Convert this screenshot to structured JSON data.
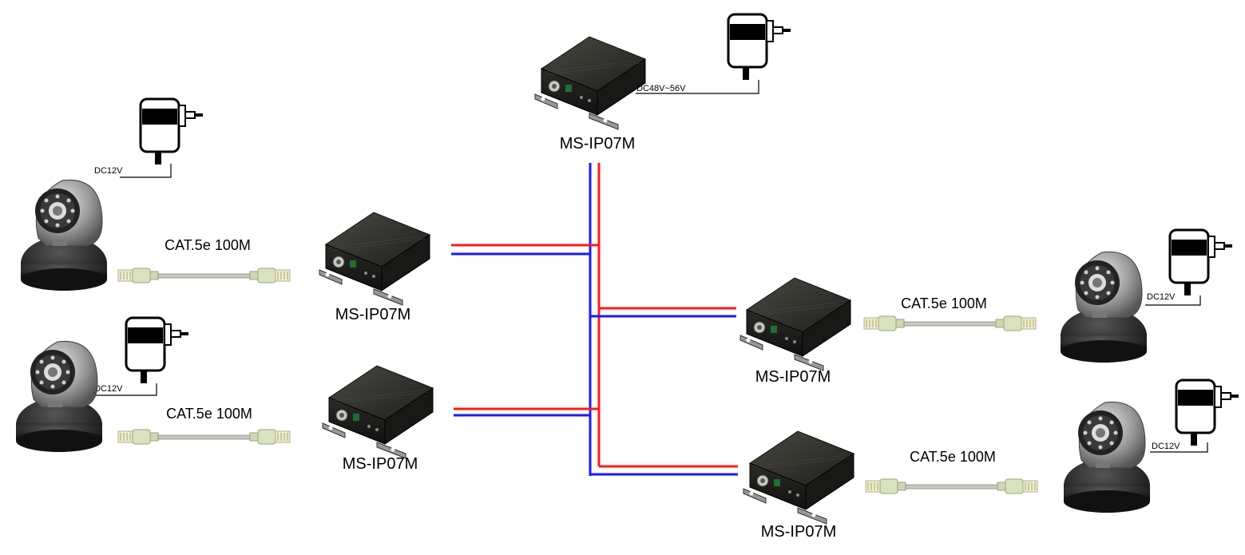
{
  "units": [
    {
      "id": "unit-top",
      "label": "MS-IP07M"
    },
    {
      "id": "unit-left-upper",
      "label": "MS-IP07M"
    },
    {
      "id": "unit-left-lower",
      "label": "MS-IP07M"
    },
    {
      "id": "unit-right-upper",
      "label": "MS-IP07M"
    },
    {
      "id": "unit-right-lower",
      "label": "MS-IP07M"
    }
  ],
  "cables": [
    {
      "id": "cable-left-upper",
      "label": "CAT.5e 100M"
    },
    {
      "id": "cable-left-lower",
      "label": "CAT.5e 100M"
    },
    {
      "id": "cable-right-upper",
      "label": "CAT.5e 100M"
    },
    {
      "id": "cable-right-lower",
      "label": "CAT.5e 100M"
    }
  ],
  "power": [
    {
      "id": "psu-top",
      "voltage": "DC48V~56V"
    },
    {
      "id": "psu-left-upper",
      "voltage": "DC12V"
    },
    {
      "id": "psu-left-lower",
      "voltage": "DC12V"
    },
    {
      "id": "psu-right-upper",
      "voltage": "DC12V"
    },
    {
      "id": "psu-right-lower",
      "voltage": "DC12V"
    }
  ],
  "colors": {
    "wire_positive": "#ff1a1a",
    "wire_negative": "#1a1aff",
    "device_body": "#2b2b28"
  },
  "icons": [
    "ip-camera-icon",
    "power-adapter-icon",
    "poe-extender-icon",
    "rj45-cable-icon"
  ]
}
